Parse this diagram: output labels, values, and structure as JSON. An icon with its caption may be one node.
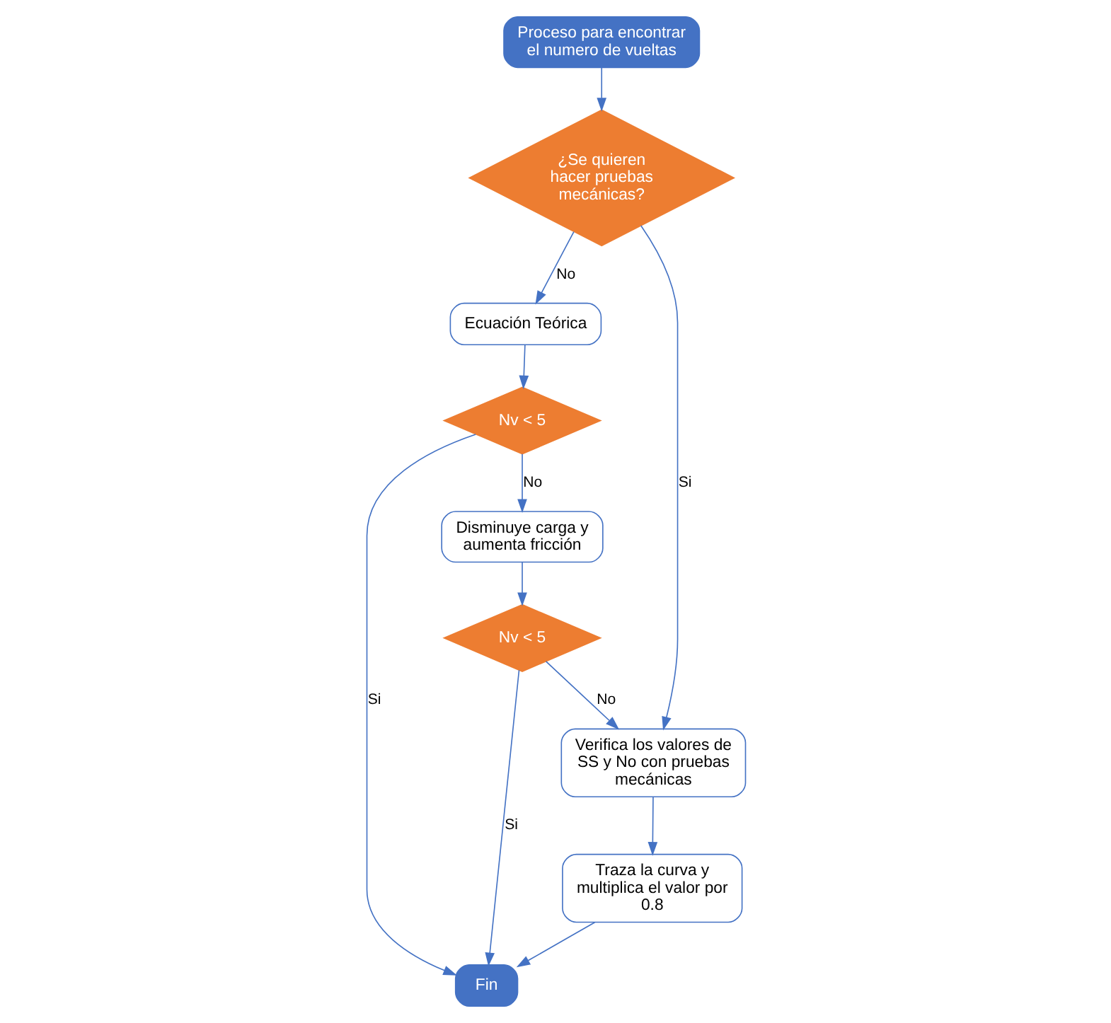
{
  "diagram": {
    "nodes": [
      {
        "text": [
          "Proceso para encontrar el numero de vueltas"
        ]
      },
      {
        "text": [
          "¿Se quieren hacer pruebas mecánicas?"
        ]
      },
      {
        "text": [
          "Ecuación Teórica"
        ]
      },
      {
        "text": [
          "Verifica los valores de SS y No con pruebas mecánicas"
        ]
      },
      {
        "text": [
          "Nv < 5"
        ]
      },
      {
        "text": [
          "Disminuye carga y aumenta fricción"
        ]
      },
      {
        "text": [
          "Nv < 5"
        ]
      },
      {
        "text": [
          "Traza la curva y multiplica el valor por 0.8"
        ]
      },
      {
        "text": [
          "Fin"
        ]
      }
    ],
    "edges": [
      {
        "from": 0,
        "to": 1,
        "arrow": "to"
      },
      {
        "from": 1,
        "to": 3,
        "arrow": "to",
        "label": "Si"
      },
      {
        "from": 1,
        "to": 2,
        "arrow": "to",
        "label": "No"
      },
      {
        "from": 2,
        "to": 4,
        "arrow": "to"
      },
      {
        "from": 4,
        "to": 5,
        "arrow": "to",
        "label": "No"
      },
      {
        "from": 4,
        "to": 8,
        "arrow": "to",
        "label": "Si"
      },
      {
        "from": 5,
        "to": 6,
        "arrow": "to"
      },
      {
        "from": 6,
        "to": 3,
        "arrow": "to",
        "label": "No"
      },
      {
        "from": 6,
        "to": 8,
        "arrow": "to",
        "label": "Si"
      },
      {
        "from": 3,
        "to": 7,
        "arrow": "to"
      },
      {
        "from": 7,
        "to": 8,
        "arrow": "to"
      }
    ]
  }
}
